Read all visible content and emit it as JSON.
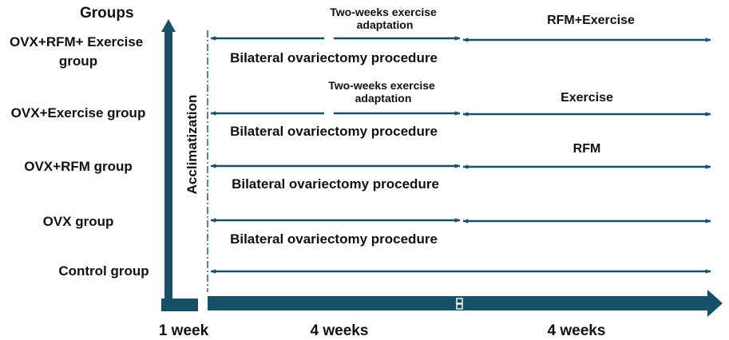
{
  "axis": {
    "y_label": "Groups",
    "x_labels": [
      "1 week",
      "4 weeks",
      "4 weeks"
    ],
    "acclimatization_label": "Acclimatization"
  },
  "groups": [
    {
      "name_lines": [
        "OVX+RFM+ Exercise",
        "group"
      ],
      "phase1_label": "Bilateral ovariectomy procedure",
      "phase1_note_lines": [
        "Two-weeks exercise",
        "adaptation"
      ],
      "phase2_label": "RFM+Exercise"
    },
    {
      "name_lines": [
        "OVX+Exercise group"
      ],
      "phase1_label": "Bilateral ovariectomy procedure",
      "phase1_note_lines": [
        "Two-weeks exercise",
        "adaptation"
      ],
      "phase2_label": "Exercise"
    },
    {
      "name_lines": [
        "OVX+RFM group"
      ],
      "phase1_label": "Bilateral ovariectomy procedure",
      "phase1_note_lines": [],
      "phase2_label": "RFM"
    },
    {
      "name_lines": [
        "OVX group"
      ],
      "phase1_label": "Bilateral ovariectomy procedure",
      "phase1_note_lines": [],
      "phase2_label": ""
    },
    {
      "name_lines": [
        "Control group"
      ],
      "phase1_label": "",
      "phase1_note_lines": [],
      "phase2_label": ""
    }
  ],
  "colors": {
    "arrow": "#185068",
    "arrow_light": "#2a6a88",
    "text": "#111111"
  }
}
